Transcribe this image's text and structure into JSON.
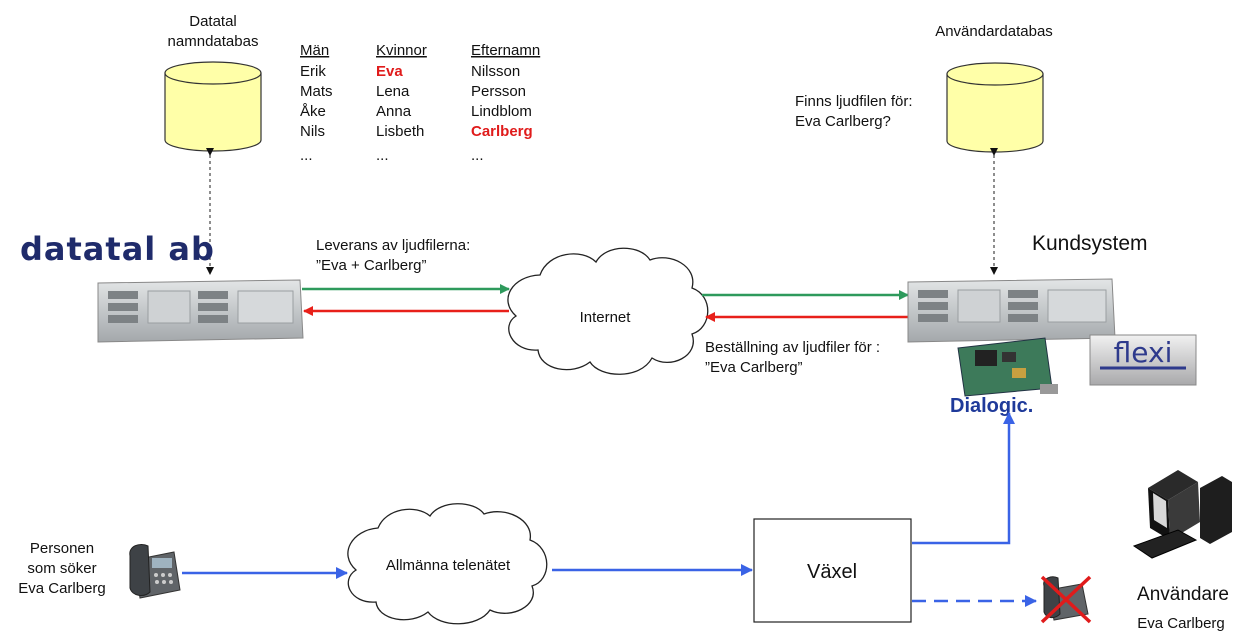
{
  "left_db": {
    "title_line1": "Datatal",
    "title_line2": "namndatabas"
  },
  "names_table": {
    "columns": [
      {
        "header": "Män",
        "rows": [
          "Erik",
          "Mats",
          "Åke",
          "Nils",
          "..."
        ]
      },
      {
        "header": "Kvinnor",
        "rows": [
          "Eva",
          "Lena",
          "Anna",
          "Lisbeth",
          "..."
        ]
      },
      {
        "header": "Efternamn",
        "rows": [
          "Nilsson",
          "Persson",
          "Lindblom",
          "Carlberg",
          "..."
        ]
      }
    ],
    "highlighted": [
      "Eva",
      "Carlberg"
    ],
    "highlight_color": "#e01b1b"
  },
  "right_db": {
    "title": "Användardatabas",
    "question_line1": "Finns ljudfilen för:",
    "question_line2": "Eva Carlberg?"
  },
  "datatal_logo": "datatal ab",
  "customer_system": {
    "title": "Kundsystem"
  },
  "internet_cloud": {
    "label": "Internet"
  },
  "delivery": {
    "line1": "Leverans av ljudfilerna:",
    "line2": "”Eva + Carlberg”",
    "arrow_color": "#2e9a5c"
  },
  "order": {
    "line1": "Beställning av ljudfiler för :",
    "line2": "”Eva Carlberg”",
    "arrow_color": "#e8201a"
  },
  "dialogic_logo": "Dialogic.",
  "flexi_logo": "flexi",
  "caller": {
    "line1": "Personen",
    "line2": "som söker",
    "line3": "Eva Carlberg"
  },
  "phone_network_cloud": {
    "label": "Allmänna telenätet"
  },
  "switch_box": {
    "label": "Växel"
  },
  "user": {
    "label": "Användare",
    "sublabel": "Eva Carlberg"
  },
  "colors": {
    "db_fill": "#ffffa8",
    "call_arrow": "#3a63e6",
    "server_grey": "#b8bcbf"
  },
  "icons": [
    "database-icon",
    "server-icon",
    "cloud-icon",
    "telephone-icon",
    "computer-icon",
    "dialogic-card-icon",
    "unavailable-phone-icon"
  ]
}
